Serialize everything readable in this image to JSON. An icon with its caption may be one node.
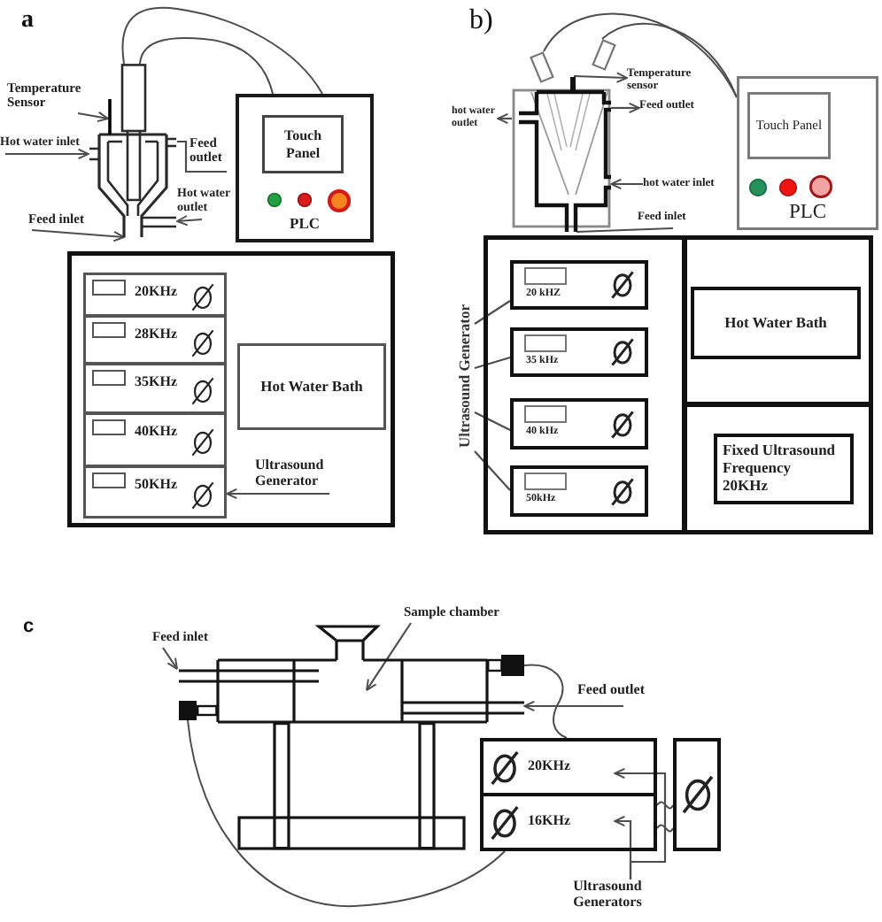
{
  "diagram": {
    "nodes": [
      {
        "text": [
          "Temperature Sensor"
        ]
      },
      {
        "text": [],
        "shape": "picture"
      },
      {
        "text": [
          "Hot water inlet"
        ]
      },
      {
        "text": [
          "Feed outlet"
        ]
      },
      {
        "text": [
          "Hot water outlet"
        ]
      },
      {
        "text": [
          "Feed inlet"
        ]
      },
      {
        "text": [
          "PLC"
        ]
      },
      {
        "text": [
          "Touch Panel"
        ],
        "in": 6
      },
      {
        "text": [],
        "shape": "box"
      },
      {
        "text": [
          "20KHz"
        ],
        "in": 8
      },
      {
        "text": [
          "28KHz"
        ],
        "in": 8
      },
      {
        "text": [
          "35KHz"
        ],
        "in": 8
      },
      {
        "text": [
          "40KHz"
        ],
        "in": 8
      },
      {
        "text": [
          "50KHz"
        ],
        "in": 8
      },
      {
        "text": [
          "Hot Water Bath"
        ],
        "in": 8
      },
      {
        "text": [
          "Ultrasound Generator"
        ],
        "in": 8
      },
      {
        "text": [],
        "shape": "box"
      },
      {
        "text": [],
        "shape": "box"
      },
      {
        "text": [],
        "shape": "picture"
      },
      {
        "text": [
          "Temperature sensor"
        ]
      },
      {
        "text": [
          "hot water outlet"
        ]
      },
      {
        "text": [
          "Feed outlet"
        ]
      },
      {
        "text": [
          "hot water inlet"
        ]
      },
      {
        "text": [
          "Feed inlet"
        ]
      },
      {
        "text": [
          "PLC"
        ]
      },
      {
        "text": [
          "Touch Panel"
        ],
        "in": 24
      },
      {
        "text": [
          "Ultrasound Generator"
        ]
      },
      {
        "text": [],
        "shape": "box"
      },
      {
        "text": [
          "20 kHZ"
        ],
        "in": 27
      },
      {
        "text": [
          "35 kHz"
        ],
        "in": 27
      },
      {
        "text": [
          "40 kHz"
        ],
        "in": 27
      },
      {
        "text": [
          "50kHz"
        ],
        "in": 27
      },
      {
        "text": [
          "Hot Water Bath"
        ],
        "in": 27
      },
      {
        "text": [
          "Fixed Ultrasound Frequency 20KHz"
        ],
        "in": 27
      },
      {
        "text": [
          "Feed inlet"
        ]
      },
      {
        "text": [
          "Sample chamber"
        ]
      },
      {
        "text": [],
        "shape": "picture"
      },
      {
        "text": [],
        "shape": "box",
        "in": 36
      },
      {
        "text": [],
        "shape": "box",
        "in": 36
      },
      {
        "text": [
          "Feed outlet"
        ]
      },
      {
        "text": [
          "20KHz"
        ]
      },
      {
        "text": [
          "16KHz"
        ]
      },
      {
        "text": [],
        "shape": "box"
      },
      {
        "text": [
          "Ultrasound Generators"
        ]
      }
    ],
    "edges": [
      {
        "from": 0,
        "to": 1,
        "arrow": "to"
      },
      {
        "from": 2,
        "to": 1,
        "arrow": "to"
      },
      {
        "from": 1,
        "to": 3,
        "arrow": "none"
      },
      {
        "from": 4,
        "to": 1,
        "arrow": "to"
      },
      {
        "from": 5,
        "to": 1,
        "arrow": "to"
      },
      {
        "from": 1,
        "to": 6,
        "arrow": "none"
      },
      {
        "from": 1,
        "to": 6,
        "arrow": "none"
      },
      {
        "from": 15,
        "to": 13,
        "arrow": "to"
      },
      {
        "from": 16,
        "to": 24,
        "arrow": "none"
      },
      {
        "from": 17,
        "to": 24,
        "arrow": "none"
      },
      {
        "from": 18,
        "to": 19,
        "arrow": "to"
      },
      {
        "from": 18,
        "to": 20,
        "arrow": "to"
      },
      {
        "from": 18,
        "to": 21,
        "arrow": "to"
      },
      {
        "from": 22,
        "to": 18,
        "arrow": "to"
      },
      {
        "from": 23,
        "to": 18,
        "arrow": "none"
      },
      {
        "from": 26,
        "to": 28,
        "arrow": "none"
      },
      {
        "from": 26,
        "to": 29,
        "arrow": "none"
      },
      {
        "from": 26,
        "to": 30,
        "arrow": "none"
      },
      {
        "from": 26,
        "to": 31,
        "arrow": "none"
      },
      {
        "from": 34,
        "to": 36,
        "arrow": "to"
      },
      {
        "from": 35,
        "to": 36,
        "arrow": "to"
      },
      {
        "from": 39,
        "to": 36,
        "arrow": "to"
      },
      {
        "from": 37,
        "to": 41,
        "arrow": "none"
      },
      {
        "from": 38,
        "to": 40,
        "arrow": "none"
      },
      {
        "from": 41,
        "to": 42,
        "arrow": "none"
      },
      {
        "from": 41,
        "to": 42,
        "arrow": "none"
      },
      {
        "from": 43,
        "to": 40,
        "arrow": "to"
      },
      {
        "from": 43,
        "to": 41,
        "arrow": "to"
      }
    ],
    "labels": [
      "a",
      "b)",
      "c"
    ]
  }
}
